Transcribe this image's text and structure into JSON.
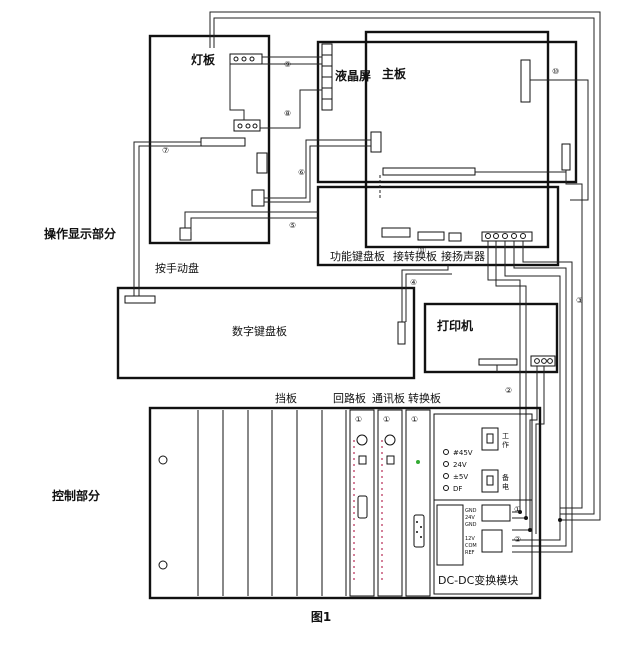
{
  "section_labels": {
    "operation_display": "操作显示部分",
    "control": "控制部分",
    "figure_caption": "图1"
  },
  "boards": {
    "light_board": "灯板",
    "lcd": "液晶屏",
    "main_board": "主板",
    "function_keyboard": "功能键盘板",
    "numeric_keyboard": "数字键盘板",
    "printer": "打印机",
    "manual_handle": "按手动盘",
    "adapter_board": "接转换板",
    "speaker": "接扬声器",
    "baffle": "挡板",
    "loop_board": "回路板",
    "comm_board": "通讯板",
    "conversion_board": "转换板",
    "dcdc_module": "DC-DC变换模块"
  },
  "markers": [
    "①",
    "②",
    "③",
    "④",
    "⑤",
    "⑥",
    "⑦",
    "⑧",
    "⑨",
    "⑩",
    "⑪"
  ],
  "slot_marker": "①",
  "power_indicators": [
    "#45V",
    "24V",
    "±5V",
    "DF"
  ],
  "module_side_text": [
    "工",
    "作",
    "备",
    "电"
  ],
  "module_terminals": [
    "GND",
    "24V",
    "GND",
    "12V",
    "COM",
    "REF"
  ]
}
